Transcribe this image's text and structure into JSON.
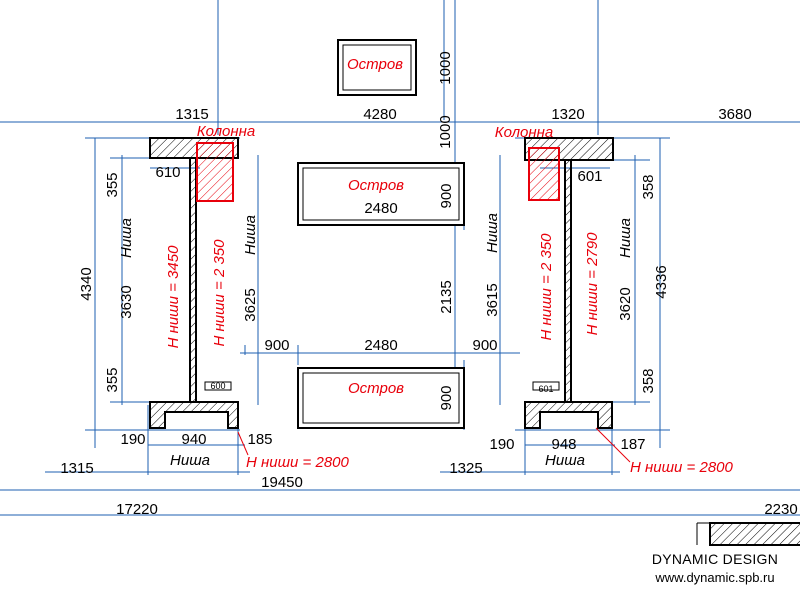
{
  "labels": {
    "ostrov": "Остров",
    "kolonna": "Колонна",
    "nisha_cap": "Ниша",
    "nisha_lower": "Ниша",
    "h_left_outer": "H ниши = 3450",
    "h_left_inner": "H ниши = 2 350",
    "h_right_inner": "H ниши = 2 350",
    "h_right_outer": "H ниши = 2790",
    "h_bottom": "H ниши = 2800"
  },
  "dims": {
    "top_1315": "1315",
    "top_4280": "4280",
    "top_1320": "1320",
    "top_3680": "3680",
    "top_1000a": "1000",
    "top_1000b": "1000",
    "d_610": "610",
    "d_601": "601",
    "d_355a": "355",
    "d_355b": "355",
    "d_358a": "358",
    "d_358b": "358",
    "d_4340": "4340",
    "d_4336": "4336",
    "d_3630": "3630",
    "d_3625": "3625",
    "d_3615": "3615",
    "d_3620": "3620",
    "d_2480a": "2480",
    "d_2480b": "2480",
    "d_900top": "900",
    "d_900bot": "900",
    "d_900l": "900",
    "d_900r": "900",
    "d_2135": "2135",
    "d_600": "600",
    "d_601s": "601",
    "d_190l": "190",
    "d_940": "940",
    "d_185": "185",
    "d_190r": "190",
    "d_948": "948",
    "d_187": "187",
    "d_1315b": "1315",
    "d_1325": "1325",
    "d_19450": "19450",
    "d_17220": "17220",
    "d_2230": "2230"
  },
  "brand": {
    "name": "DYNAMIC DESIGN",
    "url": "www.dynamic.spb.ru"
  },
  "colors": {
    "dimension_line": "#1d5fb0",
    "annotation": "#e8000b",
    "wall": "#000000"
  }
}
